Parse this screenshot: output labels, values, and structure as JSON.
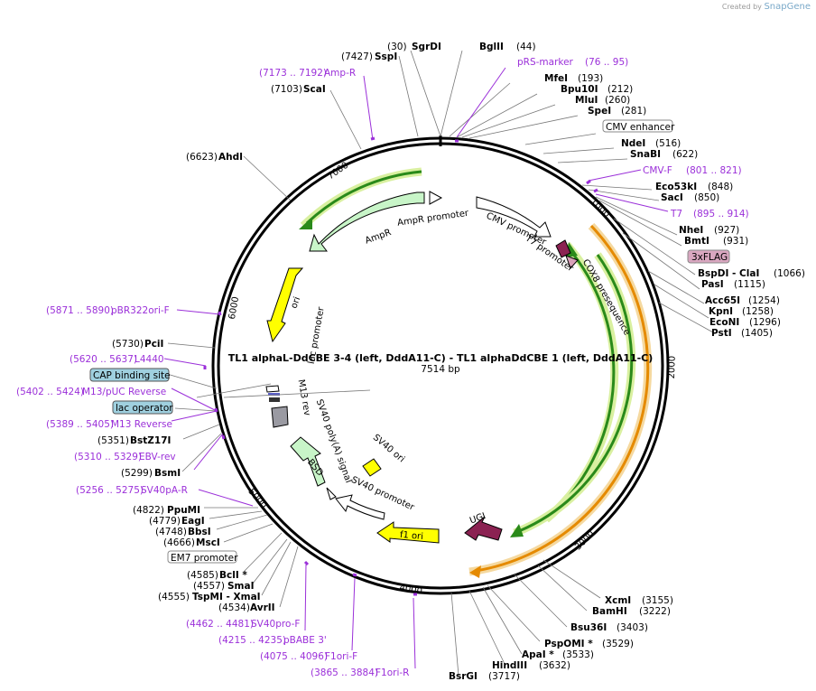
{
  "credit": {
    "prefix": "Created by",
    "brand": "SnapGene"
  },
  "map": {
    "title": "TL1 alphaL-DdCBE 3-4 (left, DddA11-C) - TL1 alphaDdCBE 1 (left, DddA11-C)",
    "length": "7514 bp",
    "ticks": [
      "1000",
      "2000",
      "3000",
      "4000",
      "5000",
      "6000",
      "7000"
    ]
  },
  "sites": [
    {
      "pos": "(30)",
      "name": "SgrDI"
    },
    {
      "pos": "(44)",
      "name": "BglII"
    },
    {
      "pos": "(76 .. 95)",
      "name": "pRS-marker"
    },
    {
      "pos": "(193)",
      "name": "MfeI"
    },
    {
      "pos": "(212)",
      "name": "Bpu10I"
    },
    {
      "pos": "(260)",
      "name": "MluI"
    },
    {
      "pos": "(281)",
      "name": "SpeI"
    },
    {
      "pos": "",
      "name": "CMV enhancer"
    },
    {
      "pos": "(516)",
      "name": "NdeI"
    },
    {
      "pos": "(622)",
      "name": "SnaBI"
    },
    {
      "pos": "(801 .. 821)",
      "name": "CMV-F"
    },
    {
      "pos": "(848)",
      "name": "Eco53kI"
    },
    {
      "pos": "(850)",
      "name": "SacI"
    },
    {
      "pos": "(895 .. 914)",
      "name": "T7"
    },
    {
      "pos": "(927)",
      "name": "NheI"
    },
    {
      "pos": "(931)",
      "name": "BmtI"
    },
    {
      "pos": "",
      "name": "3xFLAG"
    },
    {
      "pos": "(1066)",
      "name": "BspDI - ClaI"
    },
    {
      "pos": "(1115)",
      "name": "PasI"
    },
    {
      "pos": "(1254)",
      "name": "Acc65I"
    },
    {
      "pos": "(1258)",
      "name": "KpnI"
    },
    {
      "pos": "(1296)",
      "name": "EcoNI"
    },
    {
      "pos": "(1405)",
      "name": "PstI"
    },
    {
      "pos": "(3155)",
      "name": "XcmI"
    },
    {
      "pos": "(3222)",
      "name": "BamHI"
    },
    {
      "pos": "(3403)",
      "name": "Bsu36I"
    },
    {
      "pos": "(3529)",
      "name": "PspOMI *"
    },
    {
      "pos": "(3533)",
      "name": "ApaI *"
    },
    {
      "pos": "(3632)",
      "name": "HindIII"
    },
    {
      "pos": "(3717)",
      "name": "BsrGI"
    },
    {
      "pos": "(3865 .. 3884)",
      "name": "F1ori-R"
    },
    {
      "pos": "(4075 .. 4096)",
      "name": "F1ori-F"
    },
    {
      "pos": "(4215 .. 4235)",
      "name": "pBABE 3'"
    },
    {
      "pos": "(4462 .. 4481)",
      "name": "SV40pro-F"
    },
    {
      "pos": "(4534)",
      "name": "AvrII"
    },
    {
      "pos": "(4555)",
      "name": "TspMI - XmaI"
    },
    {
      "pos": "(4557)",
      "name": "SmaI"
    },
    {
      "pos": "(4585)",
      "name": "BclI *"
    },
    {
      "pos": "",
      "name": "EM7 promoter"
    },
    {
      "pos": "(4666)",
      "name": "MscI"
    },
    {
      "pos": "(4748)",
      "name": "BbsI"
    },
    {
      "pos": "(4779)",
      "name": "EagI"
    },
    {
      "pos": "(4822)",
      "name": "PpuMI"
    },
    {
      "pos": "(5256 .. 5275)",
      "name": "SV40pA-R"
    },
    {
      "pos": "(5299)",
      "name": "BsmI"
    },
    {
      "pos": "(5310 .. 5329)",
      "name": "EBV-rev"
    },
    {
      "pos": "(5351)",
      "name": "BstZ17I"
    },
    {
      "pos": "(5389 .. 5405)",
      "name": "M13 Reverse"
    },
    {
      "pos": "",
      "name": "lac operator"
    },
    {
      "pos": "(5402 .. 5424)",
      "name": "M13/pUC Reverse"
    },
    {
      "pos": "",
      "name": "CAP binding site"
    },
    {
      "pos": "(5620 .. 5637)",
      "name": "L4440"
    },
    {
      "pos": "(5730)",
      "name": "PciI"
    },
    {
      "pos": "(5871 .. 5890)",
      "name": "pBR322ori-F"
    },
    {
      "pos": "(6623)",
      "name": "AhdI"
    },
    {
      "pos": "(7103)",
      "name": "ScaI"
    },
    {
      "pos": "(7173 .. 7192)",
      "name": "Amp-R"
    },
    {
      "pos": "(7427)",
      "name": "SspI"
    }
  ],
  "features": [
    {
      "name": "AmpR",
      "color": "#c8f5c8"
    },
    {
      "name": "AmpR promoter",
      "color": "#ffffff"
    },
    {
      "name": "ori",
      "color": "#ffff00"
    },
    {
      "name": "CMV promoter",
      "color": "#ffffff"
    },
    {
      "name": "T7 promoter",
      "color": "#ffffff"
    },
    {
      "name": "COX8 presequence",
      "color": "#8b2252"
    },
    {
      "name": "lac promoter",
      "color": "#ffffff"
    },
    {
      "name": "M13 rev",
      "color": "#ffffff"
    },
    {
      "name": "SV40 poly(A) signal",
      "color": "#9a9aa2"
    },
    {
      "name": "SV40 ori",
      "color": "#ffff00"
    },
    {
      "name": "BSD",
      "color": "#c8f5c8"
    },
    {
      "name": "SV40 promoter",
      "color": "#ffffff"
    },
    {
      "name": "f1 ori",
      "color": "#ffff00"
    },
    {
      "name": "UGI",
      "color": "#8b2252"
    }
  ],
  "colors": {
    "primer": "#9b30d9",
    "enzyme": "#000000",
    "orf_green": "#2a8a1a",
    "orf_orange": "#e58a00",
    "highlight_box": "#9fd0df",
    "flag_box": "#d9a7c0"
  }
}
